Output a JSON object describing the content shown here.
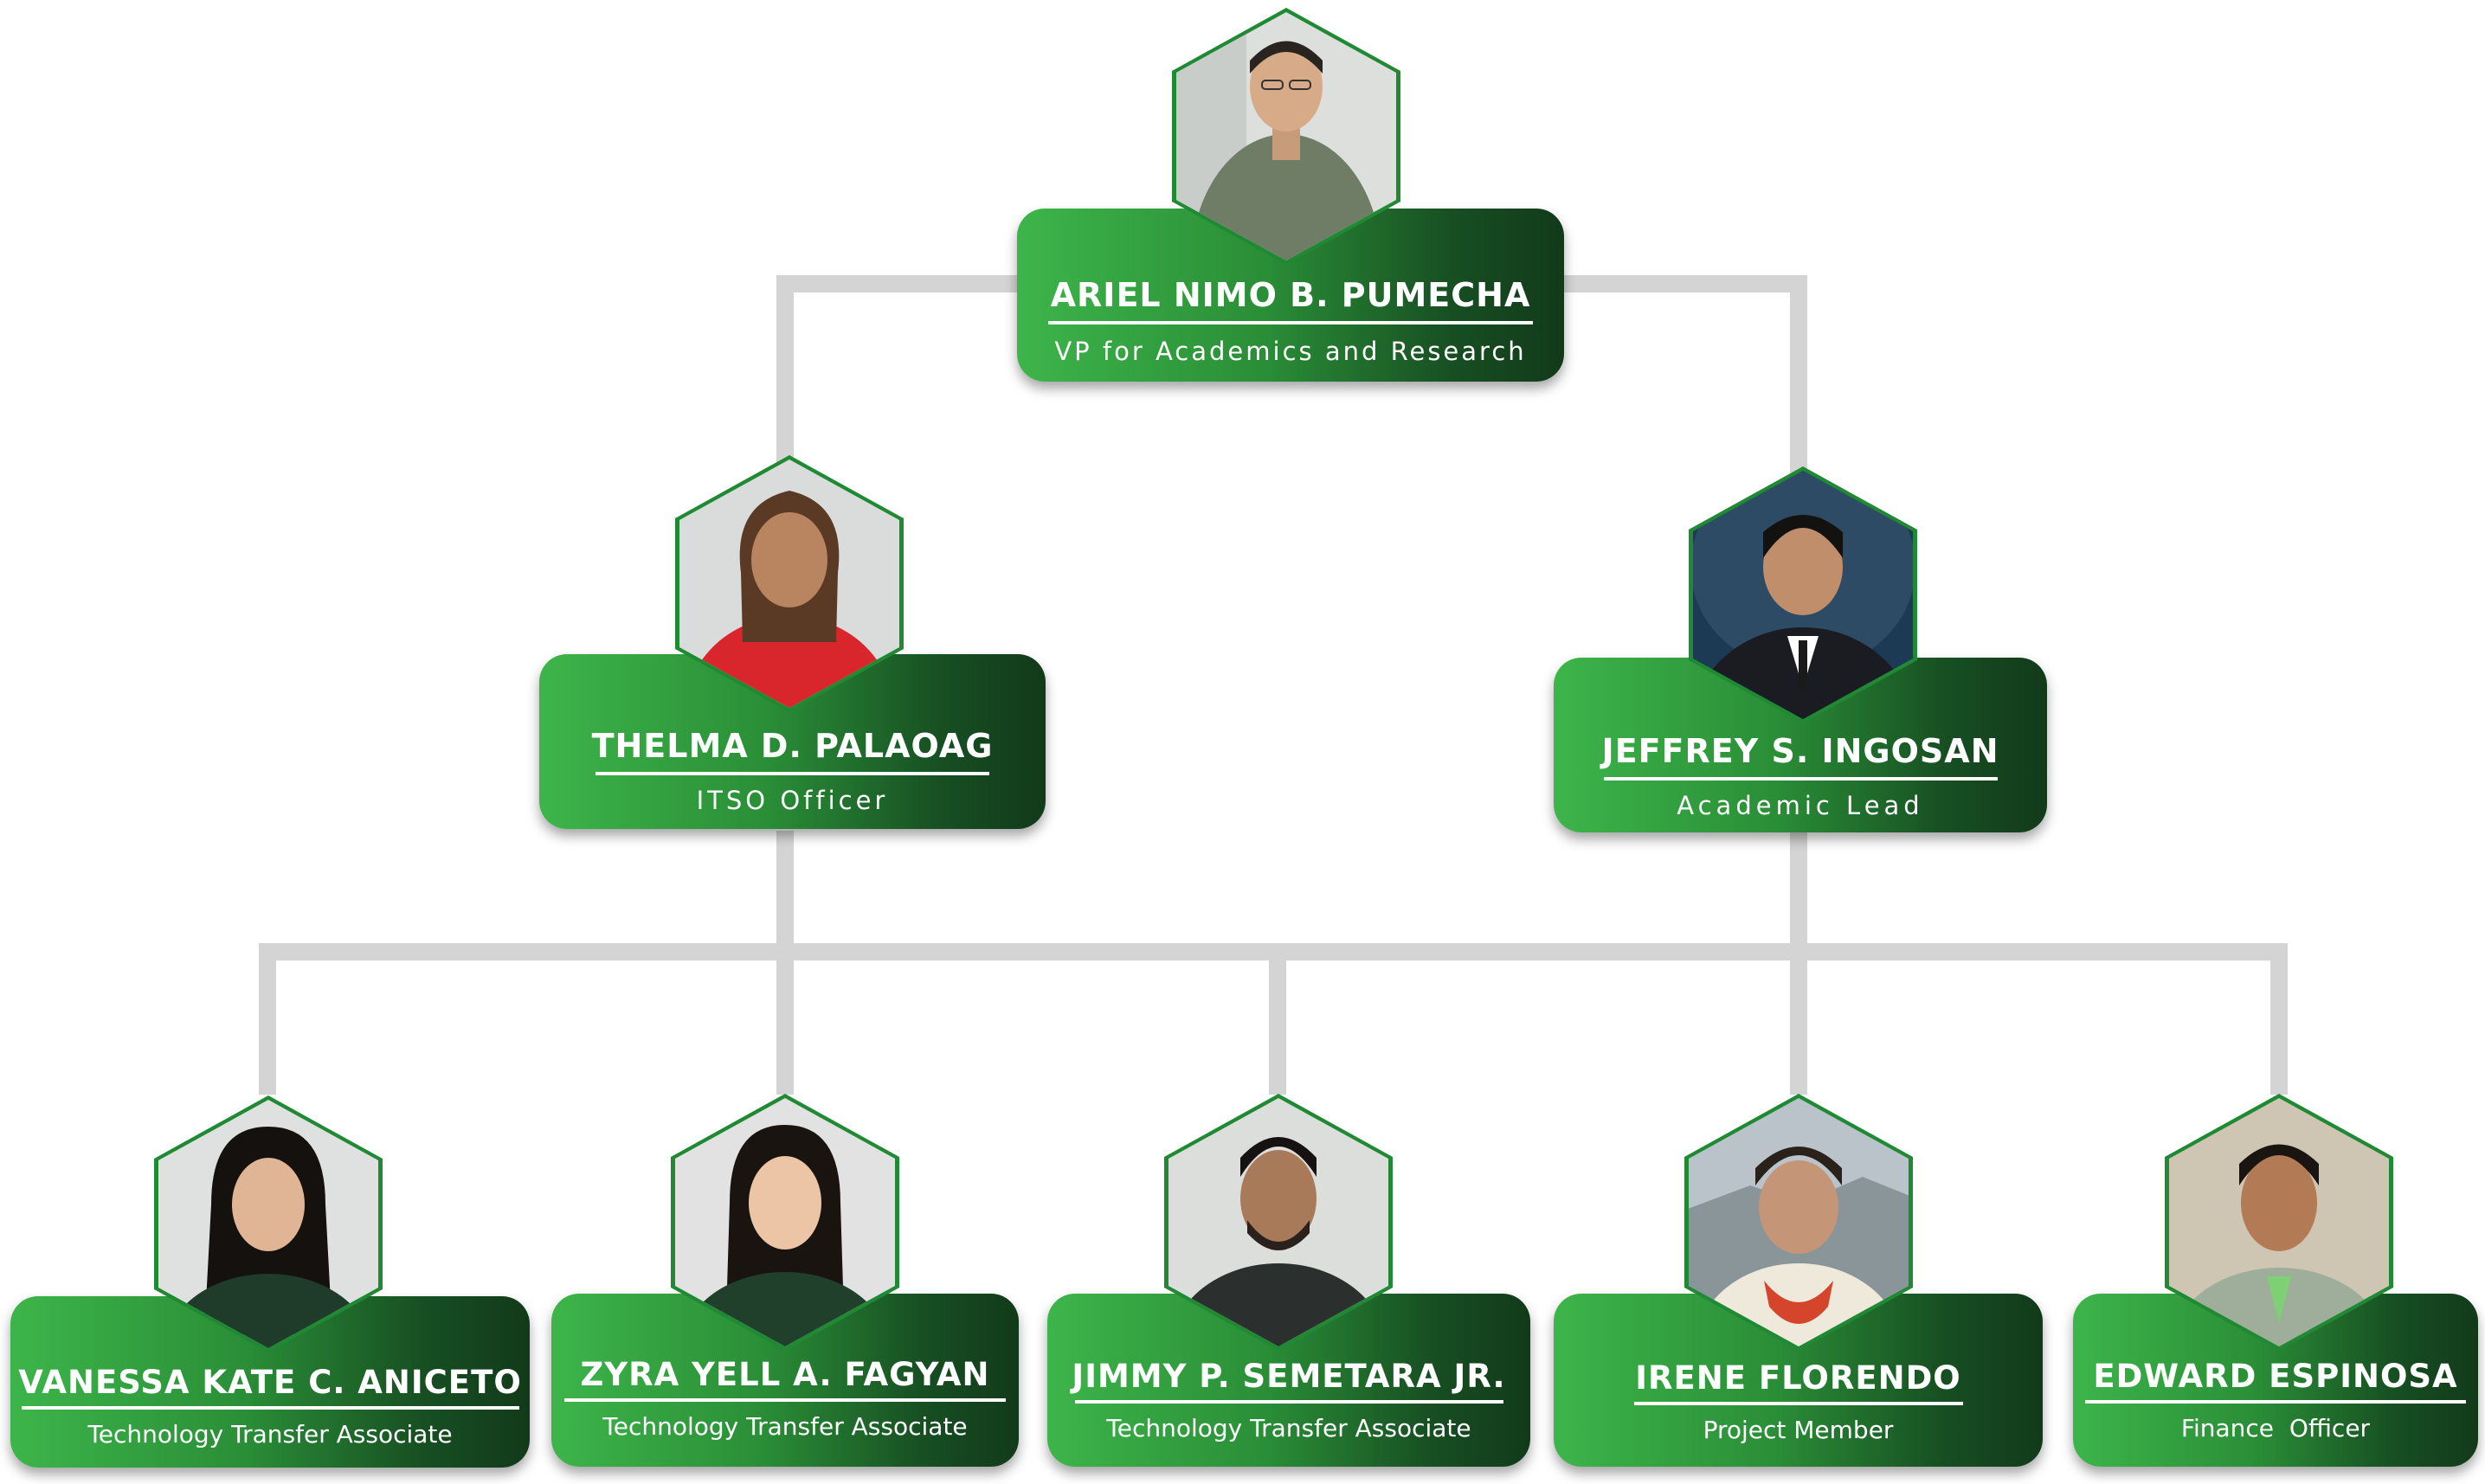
{
  "colors": {
    "connector": "#d4d4d4",
    "hex_border": "#1f8a33",
    "card_light": "#3db54a",
    "card_dark": "#123a1a",
    "text": "#ffffff"
  },
  "chart": {
    "root": {
      "name": "ARIEL NIMO B. PUMECHA",
      "title": "VP for Academics and Research",
      "photo_icon": "avatar-photo"
    },
    "managers": [
      {
        "name": "THELMA D. PALAOAG",
        "title": "ITSO Officer",
        "photo_icon": "avatar-photo"
      },
      {
        "name": "JEFFREY S. INGOSAN",
        "title": "Academic Lead",
        "photo_icon": "avatar-photo"
      }
    ],
    "members": [
      {
        "name": "VANESSA KATE C. ANICETO",
        "title": "Technology Transfer Associate",
        "photo_icon": "avatar-photo"
      },
      {
        "name": "ZYRA YELL A. FAGYAN",
        "title": "Technology Transfer Associate",
        "photo_icon": "avatar-photo"
      },
      {
        "name": "JIMMY P. SEMETARA JR.",
        "title": "Technology Transfer Associate",
        "photo_icon": "avatar-photo"
      },
      {
        "name": "IRENE FLORENDO",
        "title": "Project Member",
        "photo_icon": "avatar-photo"
      },
      {
        "name": "EDWARD ESPINOSA",
        "title": "Finance  Officer",
        "photo_icon": "avatar-photo"
      }
    ]
  }
}
